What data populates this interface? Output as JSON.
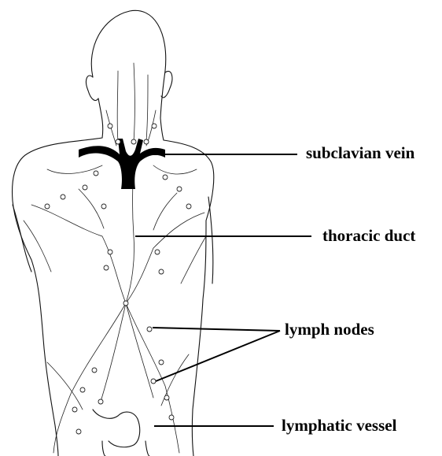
{
  "labels": {
    "subclavian_vein": "subclavian vein",
    "thoracic_duct": "thoracic duct",
    "lymph_nodes": "lymph nodes",
    "lymphatic_vessel": "lymphatic vessel"
  },
  "colors": {
    "ink": "#000000",
    "background": "#ffffff"
  }
}
